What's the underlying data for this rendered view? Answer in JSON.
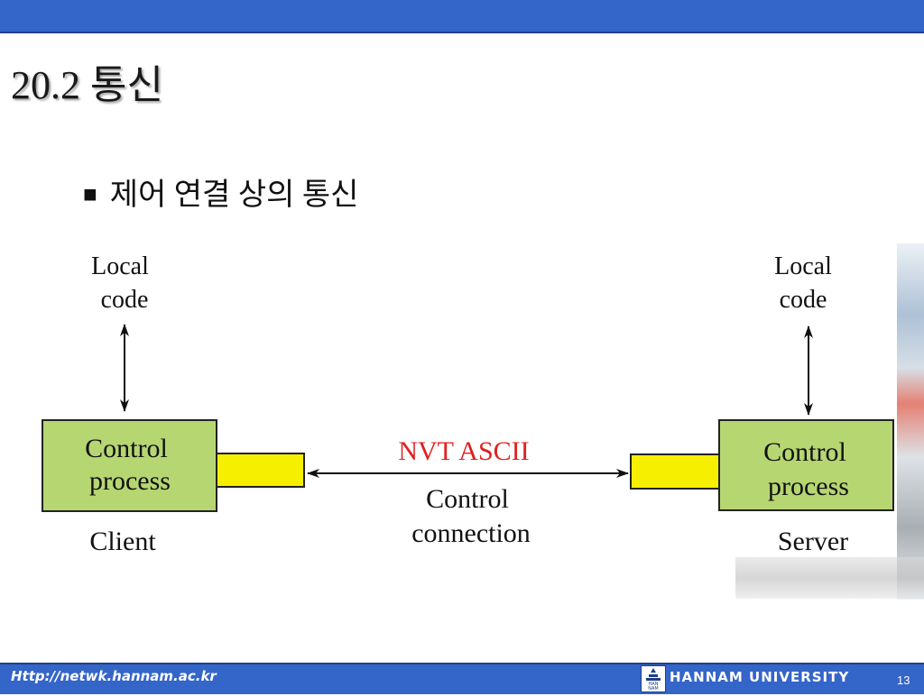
{
  "slide": {
    "title": "20.2 통신",
    "bullet_mark": "■",
    "bullet_text": "제어 연결 상의 통신"
  },
  "diagram": {
    "client_local_code_line1": "Local",
    "client_local_code_line2": "code",
    "server_local_code_line1": "Local",
    "server_local_code_line2": "code",
    "client_process_line1": "Control",
    "client_process_line2": "process",
    "server_process_line1": "Control",
    "server_process_line2": "process",
    "client_label": "Client",
    "server_label": "Server",
    "connection_encoding": "NVT ASCII",
    "connection_line1": "Control",
    "connection_line2": "connection",
    "colors": {
      "process_box": "#b6d672",
      "port_box": "#f7ef00",
      "encoding_text": "#e02020"
    }
  },
  "footer": {
    "url": "Http://netwk.hannam.ac.kr",
    "university": "HANNAM  UNIVERSITY",
    "logo_text": "HAN NAM",
    "page_number": "13"
  }
}
